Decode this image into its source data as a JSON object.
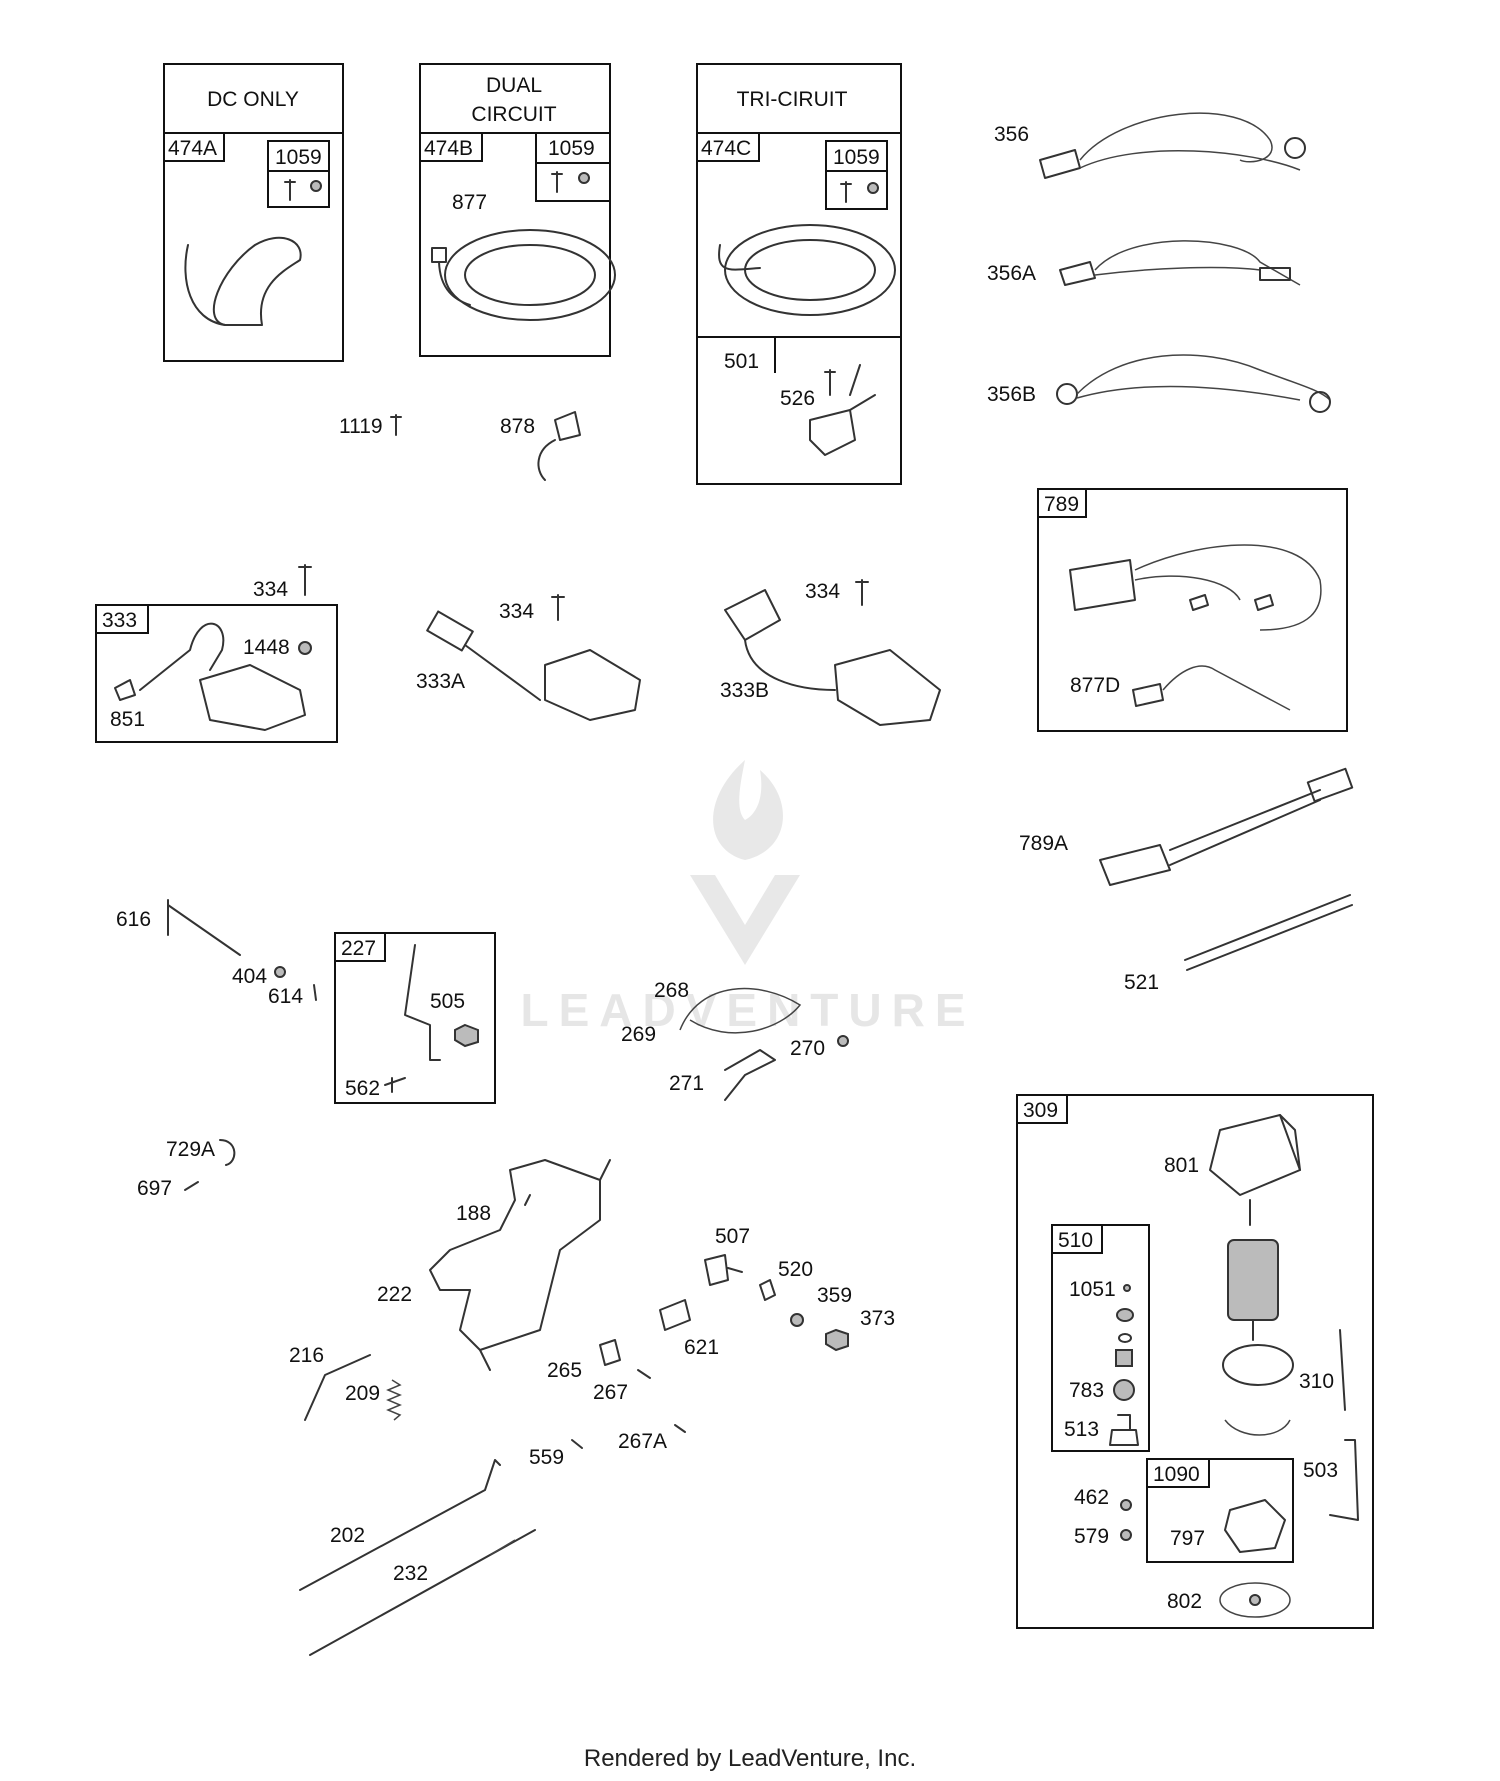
{
  "watermark": {
    "text": "LEADVENTURE"
  },
  "footer": {
    "text": "Rendered by LeadVenture, Inc."
  },
  "headers": {
    "dc_only": "DC ONLY",
    "dual_line1": "DUAL",
    "dual_line2": "CIRCUIT",
    "tri": "TRI-CIRUIT"
  },
  "boxes": {
    "b474a": "474A",
    "b474b": "474B",
    "b474c": "474C",
    "k1059a": "1059",
    "k1059b": "1059",
    "k1059c": "1059",
    "b501": "501",
    "b333": "333",
    "b227": "227",
    "b789": "789",
    "b309": "309",
    "b510": "510",
    "b1090": "1090"
  },
  "labels": {
    "l877": "877",
    "l1119": "1119",
    "l878": "878",
    "l526": "526",
    "l356": "356",
    "l356a": "356A",
    "l356b": "356B",
    "l334a": "334",
    "l334b": "334",
    "l334c": "334",
    "l1448": "1448",
    "l851": "851",
    "l333a": "333A",
    "l333b": "333B",
    "l877d": "877D",
    "l789a": "789A",
    "l521": "521",
    "l616": "616",
    "l404": "404",
    "l614": "614",
    "l505": "505",
    "l562": "562",
    "l268": "268",
    "l269": "269",
    "l270": "270",
    "l271": "271",
    "l729a": "729A",
    "l697": "697",
    "l188": "188",
    "l222": "222",
    "l507": "507",
    "l520": "520",
    "l359": "359",
    "l373": "373",
    "l621": "621",
    "l216": "216",
    "l209": "209",
    "l265": "265",
    "l267": "267",
    "l267a": "267A",
    "l559": "559",
    "l202": "202",
    "l232": "232",
    "l801": "801",
    "l1051": "1051",
    "l783": "783",
    "l513": "513",
    "l310": "310",
    "l503": "503",
    "l462": "462",
    "l579": "579",
    "l797": "797",
    "l802": "802"
  }
}
